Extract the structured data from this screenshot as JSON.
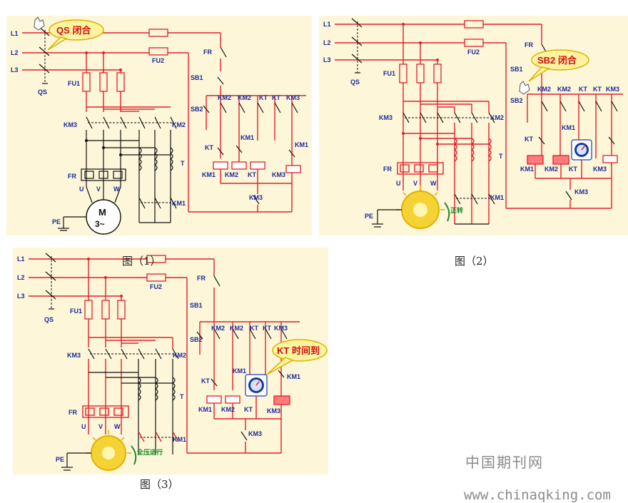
{
  "figures": [
    {
      "caption": "图（1）",
      "callout": "QS 闭合",
      "labels": {
        "l1": "L1",
        "l2": "L2",
        "l3": "L3",
        "qs": "QS",
        "fu1": "FU1",
        "fu2": "FU2",
        "km3": "KM3",
        "km2": "KM2",
        "km1": "KM1",
        "fr": "FR",
        "u": "U",
        "v": "V",
        "w": "W",
        "t": "T",
        "pe": "PE",
        "m": "M",
        "m3": "3~",
        "sb1": "SB1",
        "sb2": "SB2",
        "kt": "KT"
      },
      "motor_state": "stopped"
    },
    {
      "caption": "图（2）",
      "callout": "SB2 闭合",
      "motor_label": "正转",
      "labels": {
        "l1": "L1",
        "l2": "L2",
        "l3": "L3",
        "qs": "QS",
        "fu1": "FU1",
        "fu2": "FU2",
        "km3": "KM3",
        "km2": "KM2",
        "km1": "KM1",
        "fr": "FR",
        "u": "U",
        "v": "V",
        "w": "W",
        "t": "T",
        "pe": "PE",
        "sb1": "SB1",
        "sb2": "SB2",
        "kt": "KT"
      },
      "motor_state": "running"
    },
    {
      "caption": "图（3）",
      "callout": "KT 时间到",
      "motor_label": "全压运行",
      "labels": {
        "l1": "L1",
        "l2": "L2",
        "l3": "L3",
        "qs": "QS",
        "fu1": "FU1",
        "fu2": "FU2",
        "km3": "KM3",
        "km2": "KM2",
        "km1": "KM1",
        "fr": "FR",
        "u": "U",
        "v": "V",
        "w": "W",
        "t": "T",
        "pe": "PE",
        "sb1": "SB1",
        "sb2": "SB2",
        "kt": "KT"
      },
      "motor_state": "running"
    }
  ],
  "watermark": {
    "site_name": "中国期刊网",
    "url": "www.chinaqking.com"
  },
  "colors": {
    "panel_bg": "#fdf6d8",
    "wire_red": "#e0202a",
    "label_blue": "#1a2a9a",
    "callout_red": "#cc1010",
    "callout_fill": "#fff3a0",
    "motor_yellow": "#f6d335"
  }
}
